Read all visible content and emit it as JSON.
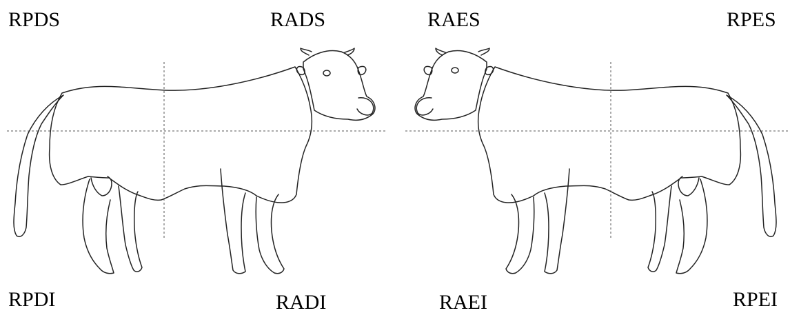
{
  "labels": {
    "top_left": "RPDS",
    "top_center_left": "RADS",
    "top_center_right": "RAES",
    "top_right": "RPES",
    "bottom_left": "RPDI",
    "bottom_center_left": "RADI",
    "bottom_center_right": "RAEI",
    "bottom_right": "RPEI"
  }
}
